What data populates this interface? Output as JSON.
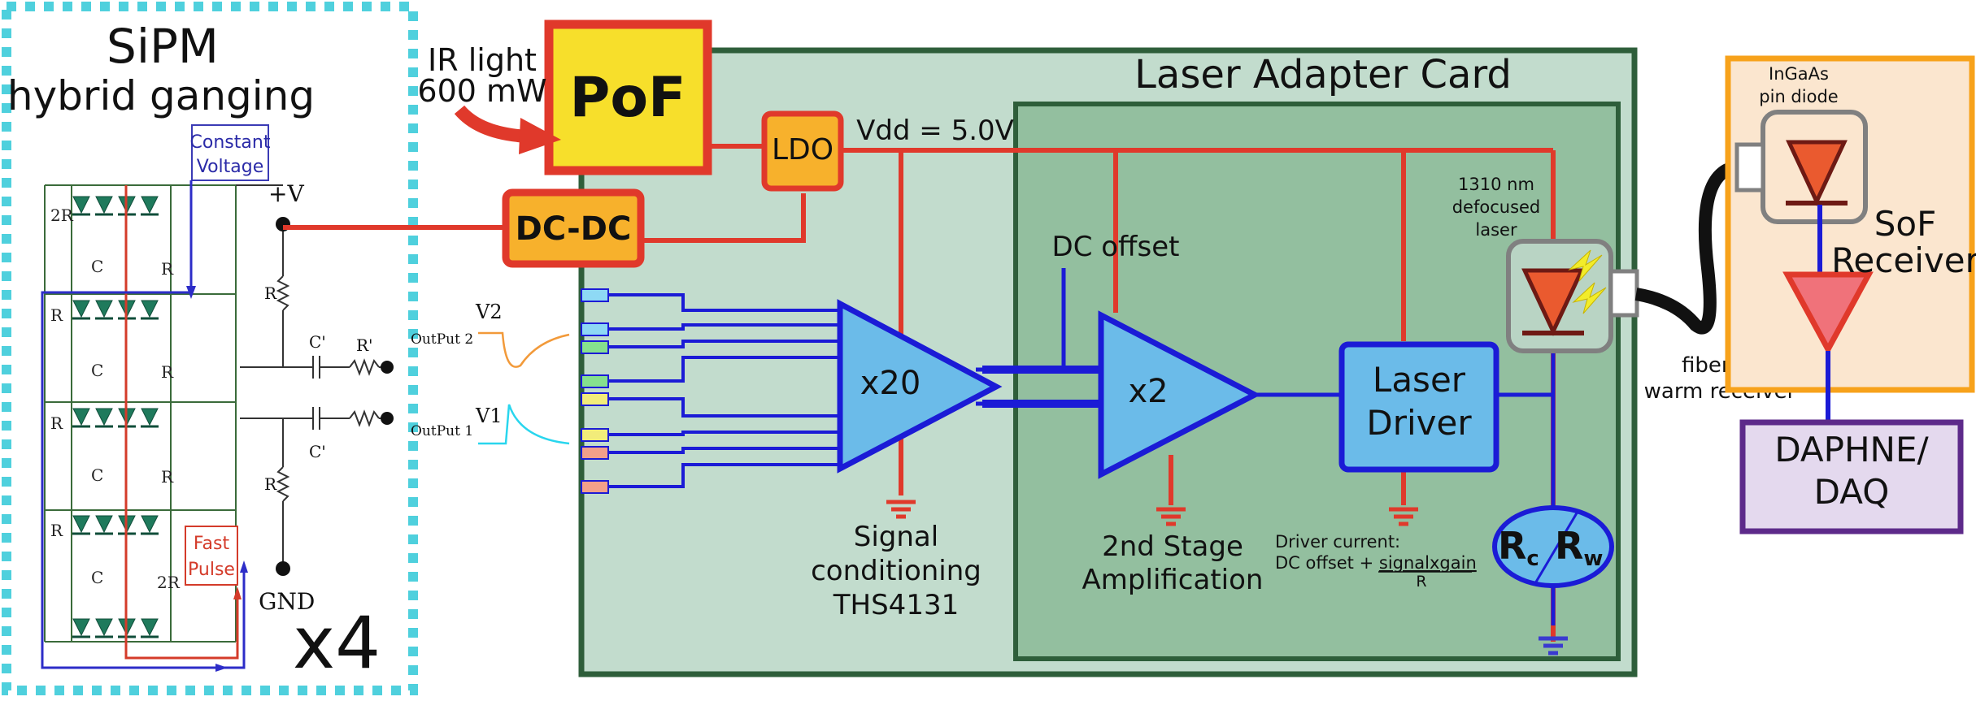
{
  "sipm": {
    "title": "SiPM",
    "subtitle": "hybrid ganging",
    "constant_voltage_line1": "Constant",
    "constant_voltage_line2": "Voltage",
    "plus_v": "+V",
    "gnd": "GND",
    "fast_pulse_line1": "Fast",
    "fast_pulse_line2": "Pulse",
    "multiplier": "x4",
    "output2": "OutPut 2",
    "output1": "OutPut 1",
    "v2": "V2",
    "v1": "V1",
    "res_2r": "2R",
    "res_r": "R",
    "cap_c": "C",
    "cap_c_prime": "C'",
    "res_r_prime": "R'"
  },
  "ir_light": {
    "line1": "IR light",
    "line2": "600 mW"
  },
  "pof": {
    "label": "PoF"
  },
  "dcdc": {
    "label": "DC-DC"
  },
  "ldo": {
    "label": "LDO"
  },
  "vdd": {
    "label": "Vdd = 5.0V"
  },
  "card": {
    "title": "Laser Adapter Card"
  },
  "amp1": {
    "gain": "x20",
    "caption1": "Signal",
    "caption2": "conditioning",
    "caption3": "THS4131"
  },
  "dc_offset": {
    "label": "DC offset"
  },
  "amp2": {
    "gain": "x2",
    "caption1": "2nd Stage",
    "caption2": "Amplification"
  },
  "laser_driver": {
    "line1": "Laser",
    "line2": "Driver"
  },
  "driver_current": {
    "line1": "Driver current:",
    "line2a": "DC offset + ",
    "numerator": "signalxgain",
    "denominator": "R"
  },
  "laser": {
    "line1": "1310 nm",
    "line2": "defocused",
    "line3": "laser"
  },
  "rc_rw": {
    "rc": "R",
    "rc_sub": "c",
    "rw": "R",
    "rw_sub": "w"
  },
  "fiber": {
    "line1": "fiber to",
    "line2": "warm receiver"
  },
  "receiver": {
    "line1": "InGaAs",
    "line2": "pin diode",
    "title1": "SoF",
    "title2": "Receiver"
  },
  "daq": {
    "line1": "DAPHNE/",
    "line2": "DAQ"
  },
  "colors": {
    "wire_red": "#e0392b",
    "wire_blue": "#1b1bd6",
    "card_outer": "#c2dccd",
    "card_inner": "#93bf9f",
    "card_border": "#2e5e3a",
    "amp_fill": "#6bbbe9",
    "pof_fill": "#f7df2b",
    "ldo_fill": "#f7b12c",
    "receiver_fill": "#fbe6cf",
    "receiver_border": "#f7a21b",
    "daq_fill": "#e4d9ee",
    "daq_border": "#5d2a8a",
    "sipm_border": "#4fd0dd"
  }
}
